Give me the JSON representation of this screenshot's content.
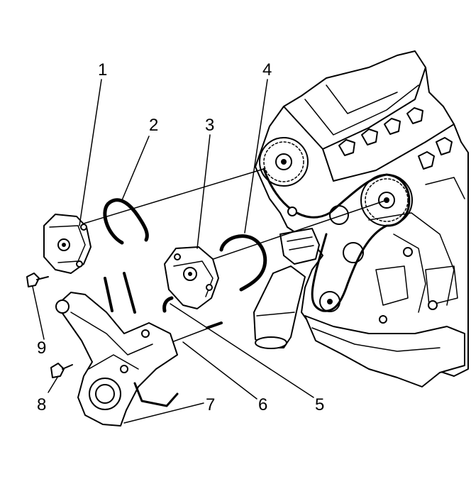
{
  "callouts": {
    "c1": "1",
    "c2": "2",
    "c3": "3",
    "c4": "4",
    "c5": "5",
    "c6": "6",
    "c7": "7",
    "c8": "8",
    "c9": "9"
  },
  "colors": {
    "ink": "#000000",
    "background": "#ffffff"
  }
}
